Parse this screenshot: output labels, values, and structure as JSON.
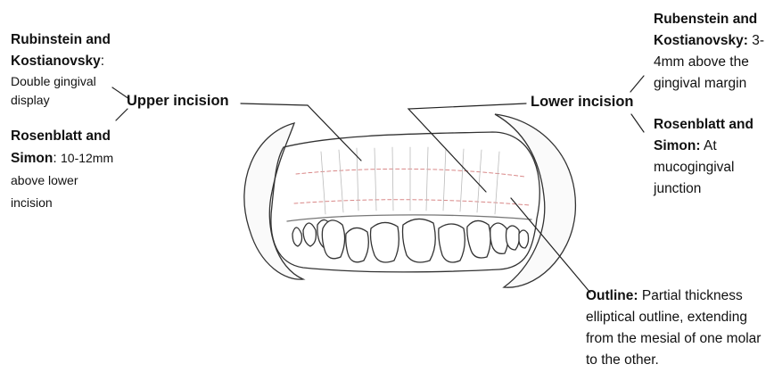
{
  "upper_incision": {
    "label": "Upper incision",
    "rk_head": "Rubinstein and Kostianovsky",
    "rk_colon": ":",
    "rk_text": "Double gingival display",
    "rs_head": "Rosenblatt and Simon",
    "rs_colon": ":",
    "rs_text": "10-12mm above lower incision"
  },
  "lower_incision": {
    "label": "Lower incision",
    "rk_head": "Rubenstein and Kostianovsky:",
    "rk_text": "3-4mm above the gingival margin",
    "rs_head": "Rosenblatt and Simon:",
    "rs_text": "At mucogingival junction"
  },
  "outline": {
    "head": "Outline:",
    "text": "Partial thickness elliptical outline, extending from the mesial of one molar to the other."
  }
}
